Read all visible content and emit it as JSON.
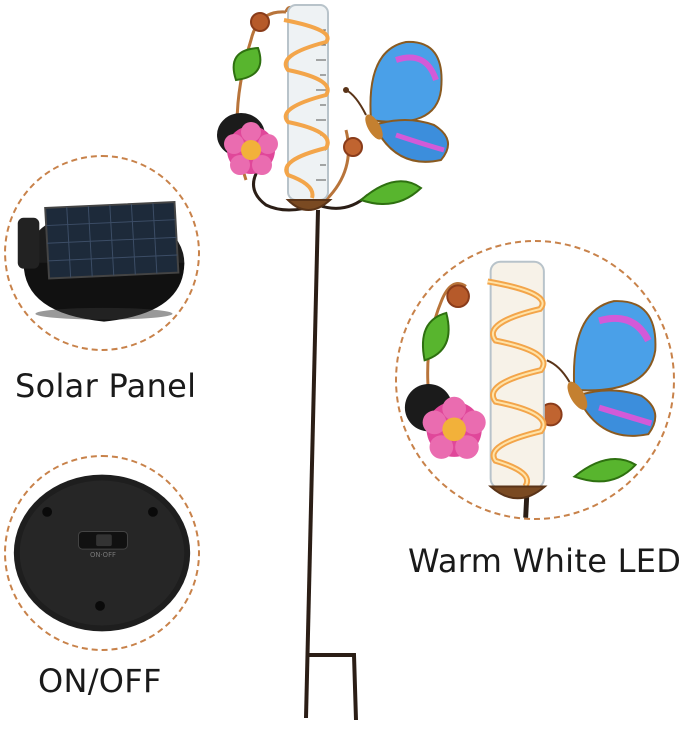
{
  "labels": {
    "solar_panel": "Solar Panel",
    "on_off": "ON/OFF",
    "warm_white_led": "Warm White LED"
  },
  "switch_text": "ON·OFF",
  "colors": {
    "dashed_border": "#c8824a",
    "stake_metal": "#2b1e16",
    "copper_scroll": "#b8743a",
    "butterfly_blue": "#4aa0e8",
    "butterfly_pink": "#d25ad8",
    "flower_pink": "#e0479a",
    "leaf_green": "#58b52e",
    "led_warm": "#f3a54a"
  }
}
